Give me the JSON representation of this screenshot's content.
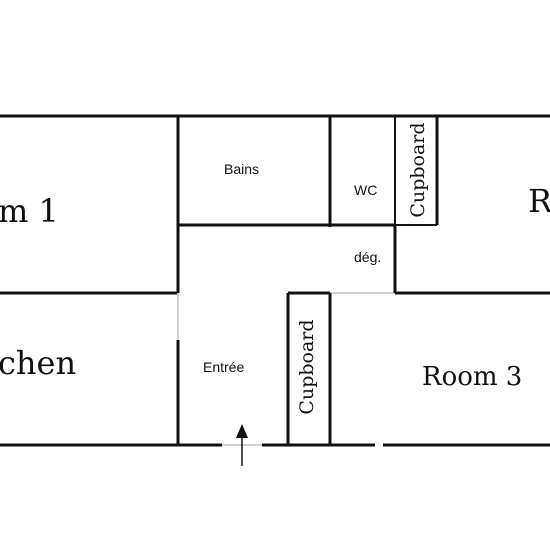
{
  "rooms": {
    "room1": "m 1",
    "kitchen": "chen",
    "bains": "Bains",
    "wc": "WC",
    "cupboard_top": "Cupboard",
    "room_right_top": "R",
    "deg": "dég.",
    "entree": "Entrée",
    "cupboard_mid": "Cupboard",
    "room3": "Room 3"
  },
  "icons": {
    "entrance": "up-arrow-icon"
  },
  "colors": {
    "wall": "#111111",
    "background": "#ffffff",
    "opening": "#cfcfcf"
  }
}
